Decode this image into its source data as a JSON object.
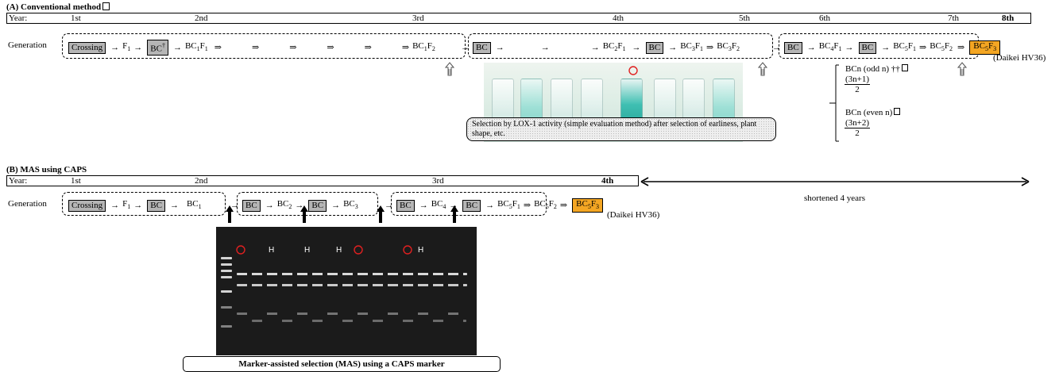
{
  "sectionA": {
    "title": "(A) Conventional method",
    "year_label": "Year:",
    "years": [
      "1st",
      "2nd",
      "3rd",
      "4th",
      "5th",
      "6th",
      "7th",
      "8th"
    ],
    "generation_label": "Generation",
    "crossing": "Crossing",
    "final": "BC",
    "final_note": "(Daikei HV36)",
    "lox_caption": "Selection by LOX-1 activity (simple evaluation method) after selection of earliness, plant shape, etc.",
    "formula_odd_title": "BCn (odd n) ††",
    "formula_odd_num": "(3n+1)",
    "formula_odd_den": "2",
    "formula_even_title": "BCn (even n)",
    "formula_even_num": "(3n+2)",
    "formula_even_den": "2"
  },
  "sectionB": {
    "title": "(B) MAS using CAPS",
    "year_label": "Year:",
    "years": [
      "1st",
      "2nd",
      "3rd",
      "4th"
    ],
    "generation_label": "Generation",
    "crossing": "Crossing",
    "final_note": "(Daikei HV36)",
    "shortened": "shortened 4 years",
    "gel_labels": [
      "H",
      "H",
      "H",
      "H"
    ],
    "mas_caption": "Marker-assisted selection (MAS)  using a CAPS marker"
  },
  "colors": {
    "final_box": "#f4a623",
    "bc_box": "#b5b5b5",
    "circle": "#e02020"
  }
}
